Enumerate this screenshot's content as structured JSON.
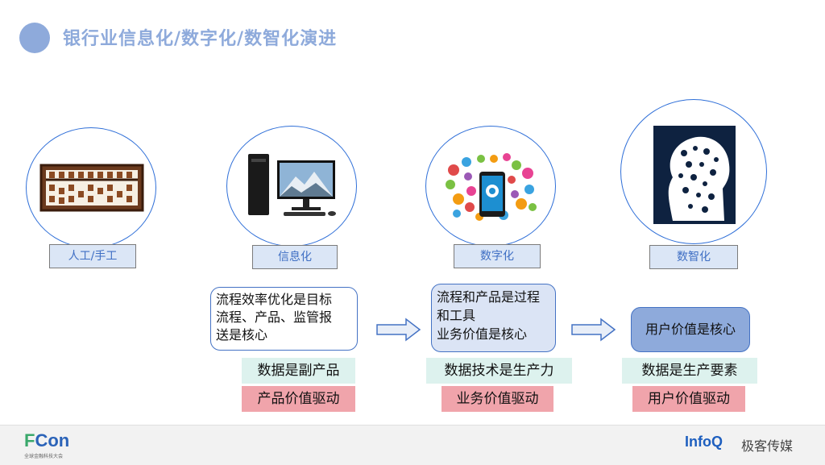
{
  "title": "银行业信息化/数字化/数智化演进",
  "stages": [
    {
      "label": "人工/手工"
    },
    {
      "label": "信息化"
    },
    {
      "label": "数字化"
    },
    {
      "label": "数智化"
    }
  ],
  "descriptions": {
    "info_lines": [
      "流程效率优化是目标",
      "流程、产品、监管报",
      "送是核心"
    ],
    "digital_lines": [
      "流程和产品是过程",
      "和工具",
      "业务价值是核心"
    ],
    "smart_lines": [
      "用户价值是核心"
    ]
  },
  "tags": {
    "info_green": "数据是副产品",
    "info_red": "产品价值驱动",
    "digital_green": "数据技术是生产力",
    "digital_red": "业务价值驱动",
    "smart_green": "数据是生产要素",
    "smart_red": "用户价值驱动"
  },
  "footer": {
    "fcon_f": "F",
    "fcon_rest": "Con",
    "fcon_sub": "全球金融科技大会",
    "infoq": "InfoQ",
    "geek": "极客传媒"
  },
  "colors": {
    "accent": "#8eaadb",
    "circle_border": "#2f6fd8",
    "red_tag": "#f0a4ab",
    "green_tag": "#ddf2ee"
  }
}
